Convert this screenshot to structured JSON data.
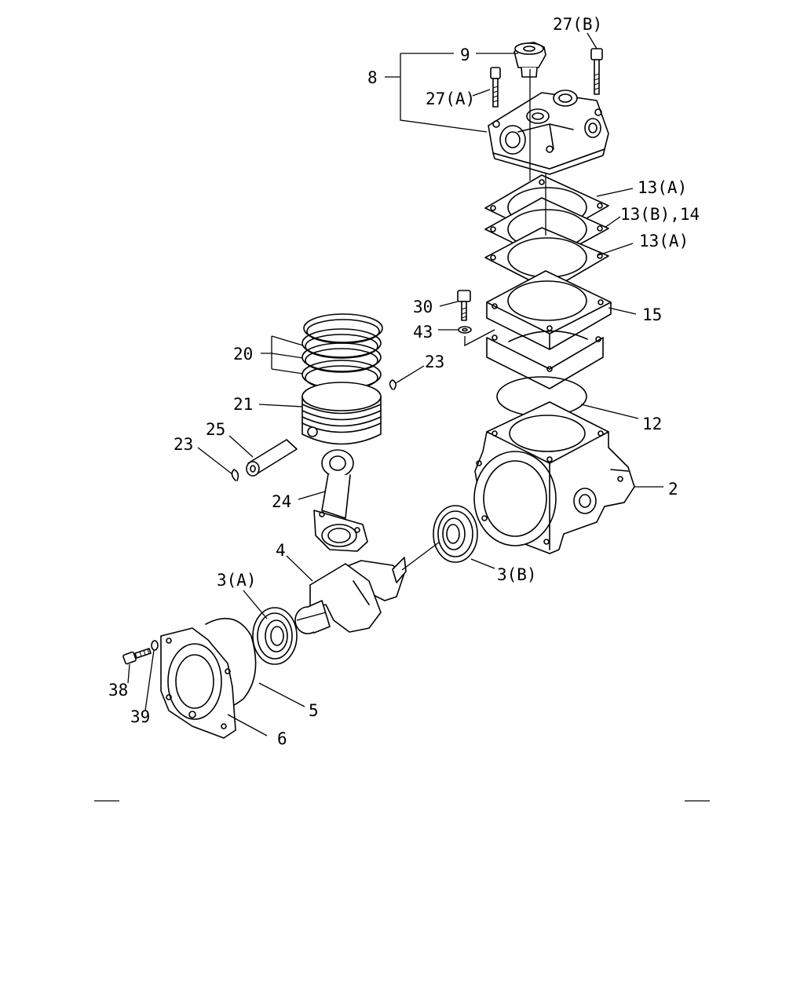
{
  "callouts": {
    "c27b": "27(B)",
    "c9": "9",
    "c8": "8",
    "c27a": "27(A)",
    "c13a_top": "13(A)",
    "c13b14": "13(B),14",
    "c13a_bot": "13(A)",
    "c30": "30",
    "c43": "43",
    "c15": "15",
    "c20": "20",
    "c23_right": "23",
    "c21": "21",
    "c25": "25",
    "c23_left": "23",
    "c12": "12",
    "c2": "2",
    "c24": "24",
    "c4": "4",
    "c3a": "3(A)",
    "c3b": "3(B)",
    "c38": "38",
    "c39": "39",
    "c5": "5",
    "c6": "6"
  }
}
